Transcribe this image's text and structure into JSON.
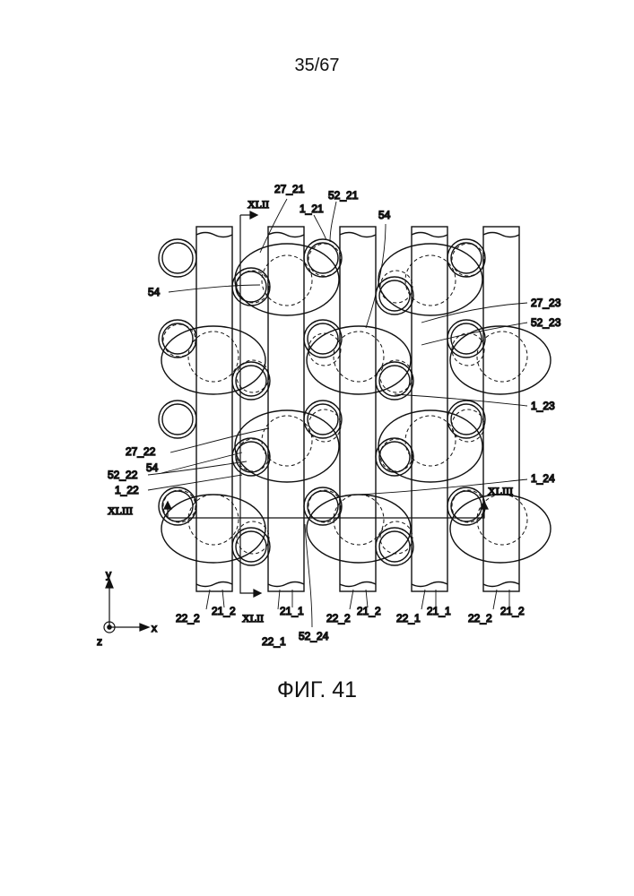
{
  "page_number": "35/67",
  "caption": "ФИГ. 41",
  "sections": {
    "top": "XLII",
    "bottom": "XLII",
    "left": "XLIII",
    "right": "XLIII"
  },
  "axes": {
    "y": "y",
    "x": "x",
    "z": "z"
  },
  "labels": {
    "l27_21": "27_21",
    "l52_21": "52_21",
    "l1_21": "1_21",
    "l54_top": "54",
    "l54_left": "54",
    "l27_23": "27_23",
    "l52_23": "52_23",
    "l1_23": "1_23",
    "l27_22": "27_22",
    "l54_mid": "54",
    "l52_22": "52_22",
    "l1_22": "1_22",
    "l1_24": "1_24",
    "l52_24": "52_24"
  },
  "bottom_labels": [
    {
      "text": "22_2"
    },
    {
      "text": "21_2"
    },
    {
      "text": "21_1"
    },
    {
      "text": "22_1"
    },
    {
      "text": "22_2"
    },
    {
      "text": "21_2"
    },
    {
      "text": "22_1"
    },
    {
      "text": "21_1"
    },
    {
      "text": "22_2"
    },
    {
      "text": "21_2"
    }
  ]
}
